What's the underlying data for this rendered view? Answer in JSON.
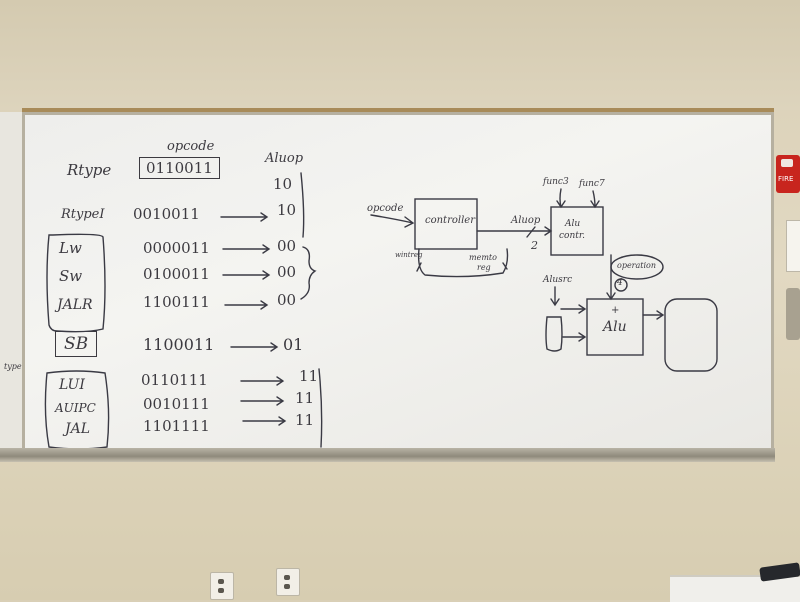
{
  "board": {
    "headers": {
      "opcode": "opcode",
      "aluop": "Aluop"
    },
    "rows": [
      {
        "label": "Rtype",
        "opcode": "0110011",
        "aluop": "10"
      },
      {
        "label": "RtypeI",
        "opcode": "0010011",
        "aluop": "10"
      },
      {
        "label": "Lw",
        "opcode": "0000011",
        "aluop": "00"
      },
      {
        "label": "Sw",
        "opcode": "0100011",
        "aluop": "00"
      },
      {
        "label": "JALR",
        "opcode": "1100111",
        "aluop": "00"
      },
      {
        "label": "SB",
        "opcode": "1100011",
        "aluop": "01"
      },
      {
        "label": "LUI",
        "opcode": "0110111",
        "aluop": "11"
      },
      {
        "label": "AUIPC",
        "opcode": "0010111",
        "aluop": "11"
      },
      {
        "label": "JAL",
        "opcode": "1101111",
        "aluop": "11"
      }
    ],
    "diagram": {
      "opcode_label": "opcode",
      "controller": "controller",
      "aluop_label": "Aluop",
      "bus_width": "2",
      "func3": "func3",
      "func7": "func7",
      "alu_control": [
        "Alu",
        "contr."
      ],
      "wintreg": "wintreg",
      "memto_reg": [
        "memto",
        "reg"
      ],
      "alusrc": "Alusrc",
      "operation": "operation",
      "op_width": "4",
      "alu_plus": "+",
      "alu": "Alu"
    },
    "left_edge_text": "type"
  },
  "fire_alarm": {
    "text": "FIRE"
  }
}
